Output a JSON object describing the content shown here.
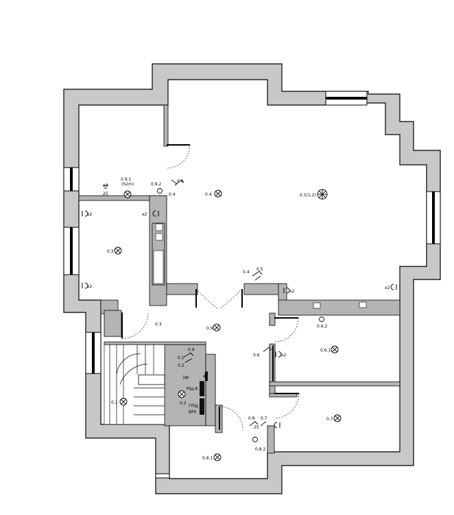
{
  "lamps": [
    {
      "id": "l-0-4",
      "text": "0.4"
    },
    {
      "id": "l-0-5",
      "text": "0.5(1,2)"
    },
    {
      "id": "l-0-3",
      "text": "0.3"
    },
    {
      "id": "l-0-9",
      "text": "0.9"
    },
    {
      "id": "l-0-6-1",
      "text": "0.6.1"
    },
    {
      "id": "l-0-1",
      "text": "0.1"
    },
    {
      "id": "l-0-2",
      "text": "0.2"
    },
    {
      "id": "l-0-7",
      "text": "0.7"
    },
    {
      "id": "l-0-8-1",
      "text": "0.8.1"
    },
    {
      "id": "l-0-9-1",
      "text": "0.9.1"
    }
  ],
  "labels": {
    "l091b": "(h2m)",
    "x3": "x3",
    "x3b": "25",
    "s092": "0.9.2",
    "s09a": "0.9",
    "s04a": "0.4",
    "s04b": "0.4",
    "s05": "0.5",
    "s03": "0.3",
    "s062": "0.6.2",
    "s06": "0.6",
    "s09b": "0.9",
    "s01": "0.1",
    "s02": "0.2",
    "s08": "0.8",
    "s07": "0.7",
    "s082": "0.8.2",
    "s25": "25",
    "x2a": "x2",
    "x2b": "x2",
    "x2c": "x2",
    "x2d": "x2",
    "x2e": "x2",
    "x2f": "x2",
    "p3f": "3Ф",
    "rshch": "РЩ-8",
    "grshch": "ГРЩ",
    "vru": "ВРУ"
  }
}
